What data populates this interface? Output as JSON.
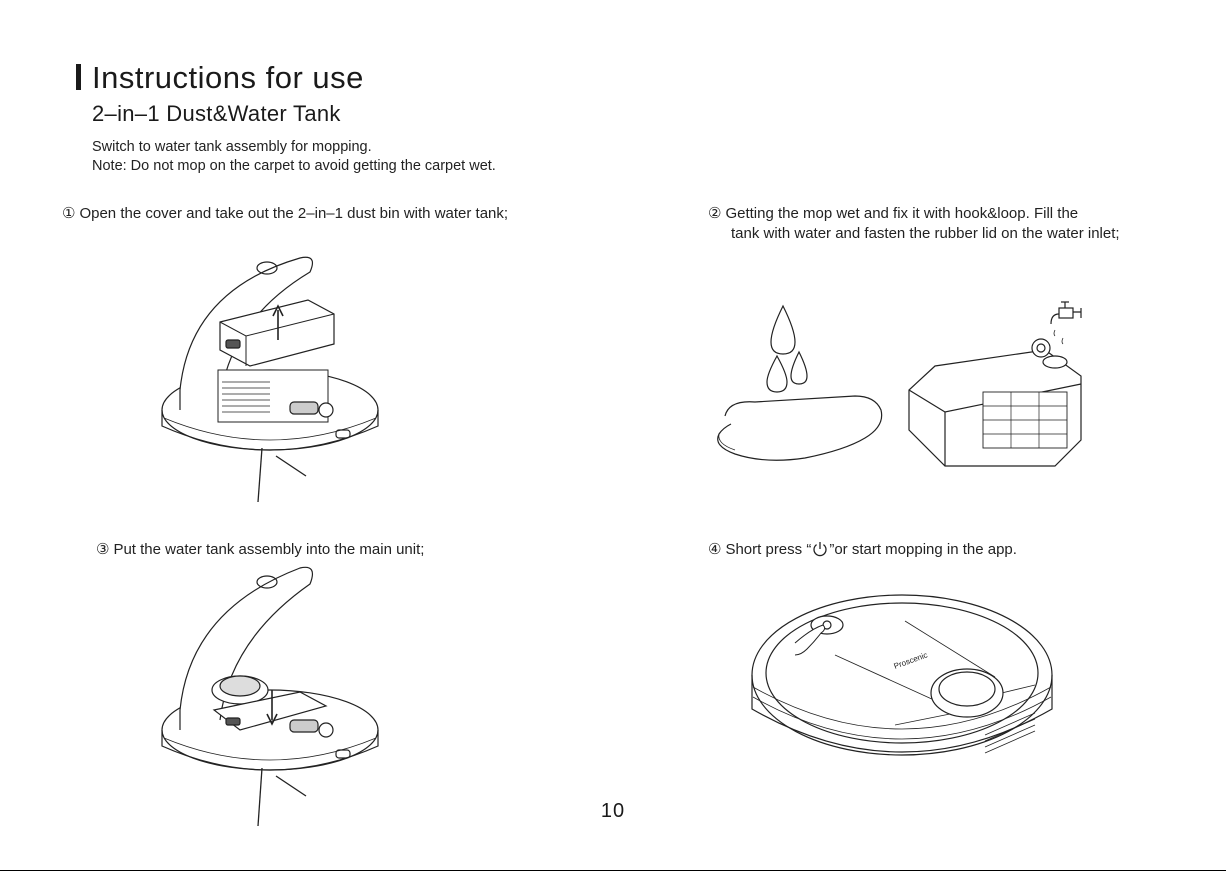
{
  "header": {
    "title": "Instructions for use",
    "subtitle": "2–in–1 Dust&Water Tank"
  },
  "intro": {
    "line1": "Switch to water tank assembly for mopping.",
    "line2": "Note: Do not mop on the carpet to avoid getting the carpet wet."
  },
  "steps": [
    {
      "number": "①",
      "text": "Open the cover and take out the 2–in–1 dust bin with water tank;"
    },
    {
      "number": "②",
      "text_line1": "Getting the mop wet and fix it with hook&loop.  Fill the",
      "text_rest": "tank with water and fasten the rubber lid on the water inlet;"
    },
    {
      "number": "③",
      "text": "Put the water tank assembly into the main unit;"
    },
    {
      "number": "④",
      "text_before": "Short press “",
      "text_after": "”or start mopping in the app."
    }
  ],
  "illustrations": {
    "robot_brand_text": "Proscenic"
  },
  "footer": {
    "page_number": "10"
  },
  "icons": [
    "power-icon",
    "water-drop-icon",
    "faucet-icon",
    "arrow-up-icon",
    "arrow-down-icon",
    "hand-icon"
  ]
}
